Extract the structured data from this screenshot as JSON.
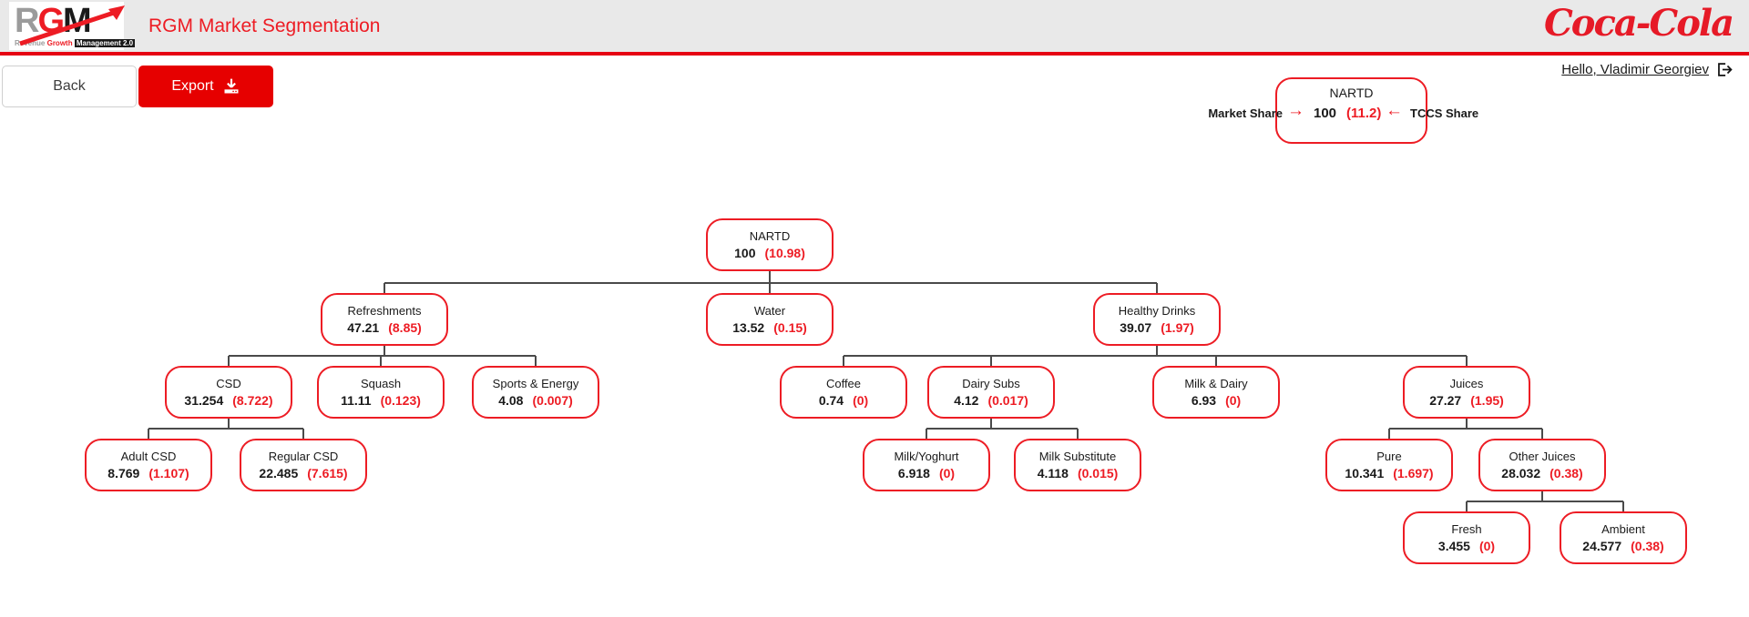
{
  "header": {
    "logo": {
      "letter_r": "R",
      "letter_g": "G",
      "letter_m": "M",
      "sub_revenue": "Revenue",
      "sub_growth": "Growth",
      "sub_management": "Management 2.0"
    },
    "title": "RGM Market Segmentation",
    "coca_cola_logo_text": "Coca-Cola"
  },
  "toolbar": {
    "back_label": "Back",
    "export_label": "Export"
  },
  "user": {
    "greeting": "Hello, Vladimir Georgiev"
  },
  "legend": {
    "node_title": "NARTD",
    "share_value": "100",
    "tccs_value": "(11.2)",
    "market_share_label": "Market Share",
    "tccs_share_label": "TCCS Share",
    "arrow_right": "→",
    "arrow_left": "←"
  },
  "colors": {
    "brand_red": "#ED1C24",
    "export_button_red": "#E60000",
    "coke_red": "#E61A27",
    "header_gray": "#E9E9E9",
    "connector_gray": "#4A4A4A"
  },
  "tree": {
    "nodes": [
      {
        "label": "NARTD",
        "share": "100",
        "tccs": "(10.98)"
      },
      {
        "label": "Refreshments",
        "share": "47.21",
        "tccs": "(8.85)"
      },
      {
        "label": "Water",
        "share": "13.52",
        "tccs": "(0.15)"
      },
      {
        "label": "Healthy Drinks",
        "share": "39.07",
        "tccs": "(1.97)"
      },
      {
        "label": "CSD",
        "share": "31.254",
        "tccs": "(8.722)"
      },
      {
        "label": "Squash",
        "share": "11.11",
        "tccs": "(0.123)"
      },
      {
        "label": "Sports & Energy",
        "share": "4.08",
        "tccs": "(0.007)"
      },
      {
        "label": "Coffee",
        "share": "0.74",
        "tccs": "(0)"
      },
      {
        "label": "Dairy Subs",
        "share": "4.12",
        "tccs": "(0.017)"
      },
      {
        "label": "Milk & Dairy",
        "share": "6.93",
        "tccs": "(0)"
      },
      {
        "label": "Juices",
        "share": "27.27",
        "tccs": "(1.95)"
      },
      {
        "label": "Adult CSD",
        "share": "8.769",
        "tccs": "(1.107)"
      },
      {
        "label": "Regular CSD",
        "share": "22.485",
        "tccs": "(7.615)"
      },
      {
        "label": "Milk/Yoghurt",
        "share": "6.918",
        "tccs": "(0)"
      },
      {
        "label": "Milk Substitute",
        "share": "4.118",
        "tccs": "(0.015)"
      },
      {
        "label": "Pure",
        "share": "10.341",
        "tccs": "(1.697)"
      },
      {
        "label": "Other Juices",
        "share": "28.032",
        "tccs": "(0.38)"
      },
      {
        "label": "Fresh",
        "share": "3.455",
        "tccs": "(0)"
      },
      {
        "label": "Ambient",
        "share": "24.577",
        "tccs": "(0.38)"
      }
    ]
  }
}
